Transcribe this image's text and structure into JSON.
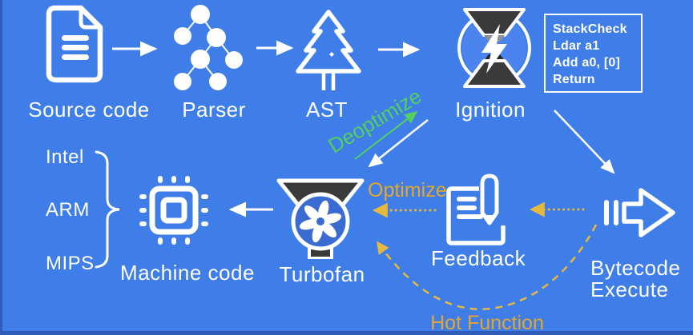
{
  "labels": {
    "source_code": "Source code",
    "parser": "Parser",
    "ast": "AST",
    "ignition": "Ignition",
    "machine_code": "Machine code",
    "turbofan": "Turbofan",
    "feedback": "Feedback",
    "bytecode_execute": [
      "Bytecode",
      "Execute"
    ]
  },
  "architectures": [
    "Intel",
    "ARM",
    "MIPS"
  ],
  "code_box": {
    "lines": [
      "StackCheck",
      "Ldar a1",
      "Add a0, [0]",
      "Return"
    ]
  },
  "flow": {
    "deoptimize": "Deoptimize",
    "optimize": "Optimize",
    "hot_function": "Hot Function"
  },
  "icons": [
    "document-icon",
    "tree-graph-icon",
    "christmas-tree-icon",
    "hourglass-lightning-icon",
    "chip-icon",
    "turbofan-icon",
    "notes-pen-icon",
    "fast-forward-arrow-icon"
  ],
  "colors": {
    "background": "#3f7ee9",
    "edge": "#2d5cba",
    "text": "#ffffff",
    "green": "#53ce5f",
    "orange": "#e2a62f",
    "orange_dash": "#e5b93e",
    "icon_dark": "#3a3a3a",
    "ignition_fill": "#4b84ee",
    "turbofan_fill": "#3a6bd2"
  }
}
